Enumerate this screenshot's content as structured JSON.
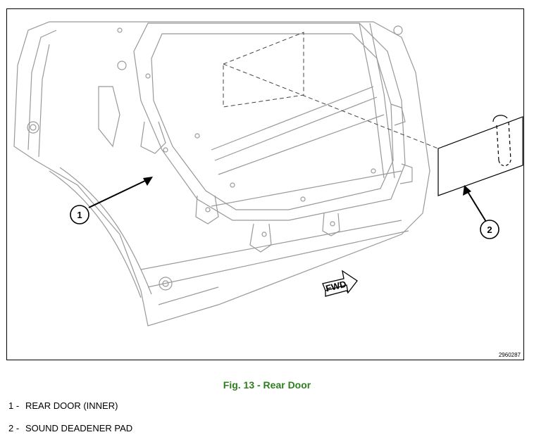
{
  "figure": {
    "id_code": "2960287",
    "fwd_label": "FWD",
    "callouts": [
      {
        "number": "1"
      },
      {
        "number": "2"
      }
    ]
  },
  "caption": "Fig. 13 - Rear Door",
  "legend": [
    {
      "number": "1 -",
      "text": "REAR DOOR (INNER)"
    },
    {
      "number": "2 -",
      "text": "SOUND DEADENER PAD"
    }
  ],
  "colors": {
    "caption": "#2e7d1e",
    "line_art": "#888888",
    "callout": "#000000"
  }
}
